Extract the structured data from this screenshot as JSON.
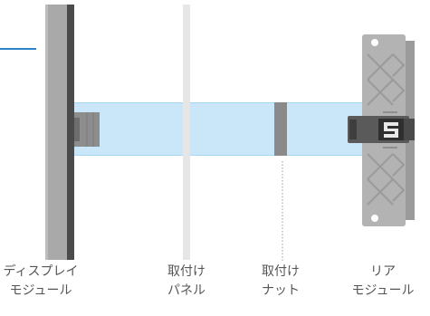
{
  "colors": {
    "pointer_line": "#2f82c8",
    "display_panel": "#a9a9a9",
    "display_face": "#4b4b4b",
    "light_path": "#c9e7f8",
    "light_path_edge": "#93cdf0",
    "mount_panel": "#e6e6e6",
    "mount_nut": "#8a8a8a",
    "rear_module": "#b3b3b3",
    "rear_module_pattern": "#9a9a9a",
    "connector_dark": "#3e3e3e",
    "label_text": "#555555"
  },
  "components": [
    {
      "line1": "ディスプレイ",
      "line2": "モジュール"
    },
    {
      "line1": "取付け",
      "line2": "パネル"
    },
    {
      "line1": "取付け",
      "line2": "ナット"
    },
    {
      "line1": "リア",
      "line2": "モジュール"
    }
  ]
}
